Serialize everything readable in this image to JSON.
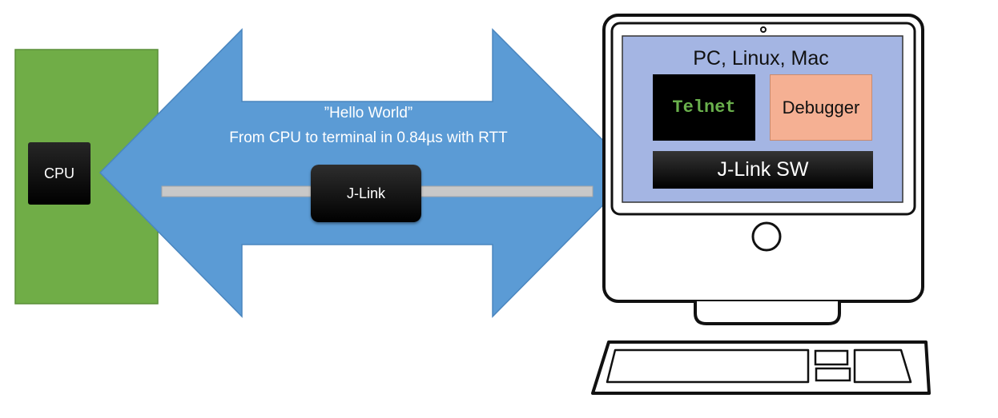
{
  "colors": {
    "board": "#70ad47",
    "arrow": "#5b9bd5",
    "screen": "#a4b5e3",
    "telnet_text": "#6ab04c",
    "debugger_box": "#f5b093"
  },
  "cpu": {
    "label": "CPU"
  },
  "link": {
    "message_line1": "”Hello World”",
    "message_line2": "From CPU to terminal in 0.84µs with RTT",
    "probe_label": "J-Link"
  },
  "host": {
    "title": "PC, Linux, Mac",
    "telnet_label": "Telnet",
    "debugger_label": "Debugger",
    "jlink_sw_label": "J-Link SW"
  },
  "icons": [
    "computer-monitor-icon",
    "keyboard-icon"
  ]
}
